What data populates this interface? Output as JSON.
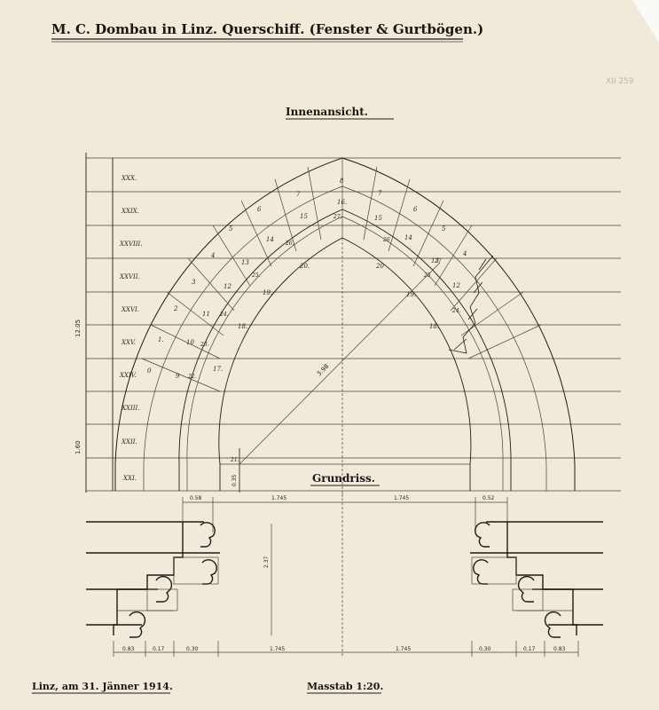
{
  "title": "M. C. Dombau in Linz. Querschiff. (Fenster & Gurtbögen.)",
  "archive_mark": "XII 259",
  "section_interior": "Innenansicht.",
  "section_plan": "Grundriss.",
  "footer": {
    "place_date": "Linz, am 31. Jänner 1914.",
    "scale": "Masstab 1:20."
  },
  "course_labels": [
    "XXX.",
    "XXIX.",
    "XXVIII.",
    "XXVII.",
    "XXVI.",
    "XXV.",
    "XXIV.",
    "XXIII.",
    "XXII.",
    "XXI."
  ],
  "outer_voussoirs_left": [
    "0",
    "1.",
    "2",
    "3",
    "4",
    "5",
    "6",
    "7"
  ],
  "outer_voussoirs_right": [
    "7",
    "6",
    "5",
    "4"
  ],
  "keystone": "8",
  "inner_ring_left": [
    "9",
    "10",
    "11",
    "12",
    "13",
    "14",
    "15"
  ],
  "inner_ring_right": [
    "15",
    "14",
    "13",
    "12"
  ],
  "inner_ring_key": "16.",
  "soffit_left": [
    "22.",
    "23.",
    "24.",
    "25.",
    "26.",
    "27.",
    "21."
  ],
  "soffit_right": [
    "26",
    "25",
    "24.",
    "27"
  ],
  "intrados_left": [
    "17.",
    "18.",
    "19.",
    "20."
  ],
  "intrados_right": [
    "20",
    "19.",
    "18."
  ],
  "dims": {
    "total_height": "12.05",
    "lower_height": "1.60",
    "radius": "3.98",
    "offset": "0.35",
    "plan_top_left": "0.58",
    "plan_top_mid_left": "1.745",
    "plan_top_mid_right": "1.745",
    "plan_top_right": "0.52",
    "plan_depth": "2.37",
    "plan_bottom": [
      "0.83",
      "0.17",
      "0.30",
      "1.745",
      "1.745",
      "0.30",
      "0.17",
      "0.83"
    ]
  }
}
